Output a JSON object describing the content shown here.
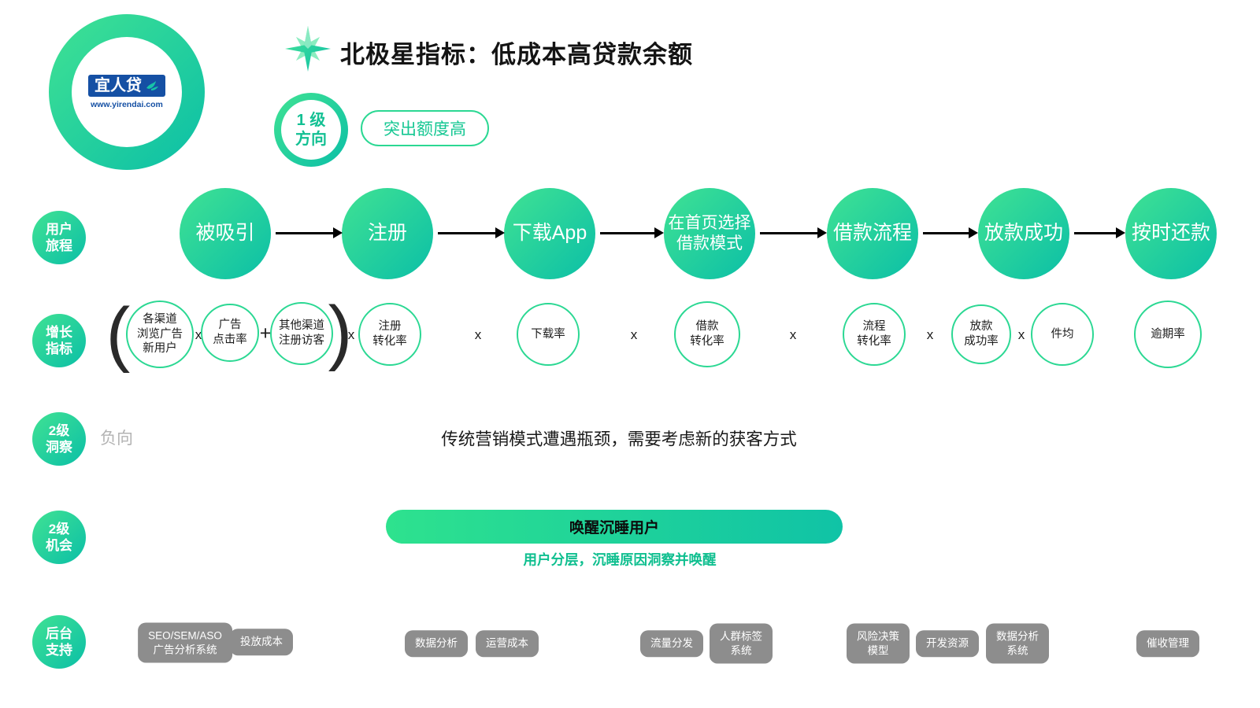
{
  "colors": {
    "brand_gradient_start": "#40e293",
    "brand_gradient_end": "#0bbfa7",
    "outline_green": "#2bd893",
    "accent_text_green": "#14c792",
    "logo_blue": "#1550a4",
    "gray_pill": "#8d8d8d",
    "muted_gray_text": "#b3b3b3"
  },
  "header": {
    "logo_text": "宜人贷",
    "logo_url": "www.yirendai.com",
    "title": "北极星指标：低成本高贷款余额",
    "level1_badge": "1 级\n方向",
    "highlight_pill": "突出额度高"
  },
  "row_labels": [
    "用户\n旅程",
    "增长\n指标",
    "2级\n洞察",
    "2级\n机会",
    "后台\n支持"
  ],
  "journey_steps": [
    "被吸引",
    "注册",
    "下载App",
    "在首页选择\n借款模式",
    "借款流程",
    "放款成功",
    "按时还款"
  ],
  "metrics": {
    "paren_open": "(",
    "paren_close": ")",
    "multiply": "x",
    "plus": "+",
    "items": [
      "各渠道\n浏览广告\n新用户",
      "广告\n点击率",
      "其他渠道\n注册访客",
      "注册\n转化率",
      "下载率",
      "借款\n转化率",
      "流程\n转化率",
      "放款\n成功率",
      "件均",
      "逾期率"
    ]
  },
  "insight": {
    "negative_label": "负向",
    "text": "传统营销模式遭遇瓶颈，需要考虑新的获客方式"
  },
  "opportunity": {
    "pill_label": "唤醒沉睡用户",
    "subtext": "用户分层，沉睡原因洞察并唤醒"
  },
  "support_systems": [
    "SEO/SEM/ASO\n广告分析系统",
    "投放成本",
    "数据分析",
    "运营成本",
    "流量分发",
    "人群标签\n系统",
    "风险决策\n模型",
    "开发资源",
    "数据分析\n系统",
    "催收管理"
  ]
}
